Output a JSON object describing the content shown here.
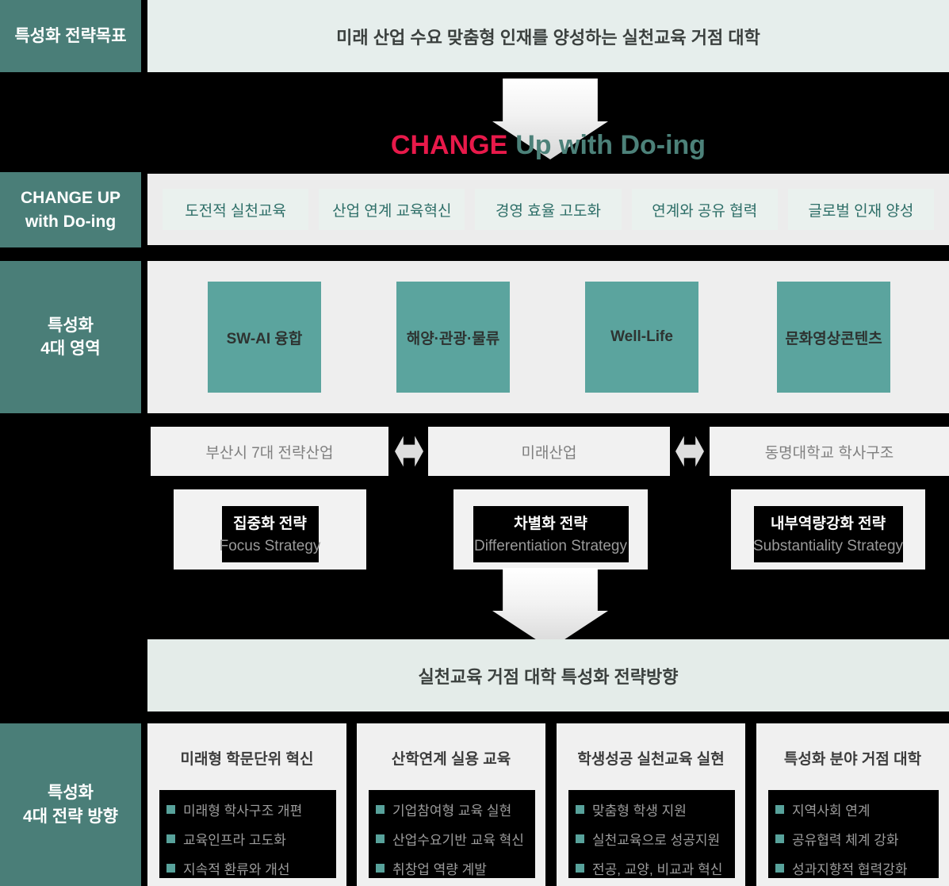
{
  "colors": {
    "sidebar_teal": "#4a7e78",
    "area_teal": "#5ba49e",
    "mint_light": "#e6eeec",
    "gray_area": "#ececec",
    "accent_red": "#e8194a",
    "slogan_teal": "#4c8179",
    "bullet_square": "#58a29b"
  },
  "sidebar": {
    "goal": "특성화 전략목표",
    "changeup_line1": "CHANGE UP",
    "changeup_line2": "with Do-ing",
    "areas_line1": "특성화",
    "areas_line2": "4대 영역",
    "directions_line1": "특성화",
    "directions_line2": "4대 전략 방향"
  },
  "goal_statement": "미래 산업 수요 맞춤형 인재를 양성하는 실천교육 거점 대학",
  "slogan": {
    "highlight": "CHANGE",
    "rest": "Up with Do-ing"
  },
  "changeup_items": [
    "도전적 실천교육",
    "산업 연계 교육혁신",
    "경영 효율 고도화",
    "연계와 공유 협력",
    "글로벌 인재 양성"
  ],
  "area_items": [
    "SW-AI 융합",
    "해양·관광·물류",
    "Well-Life",
    "문화영상콘텐츠"
  ],
  "mapping_boxes": [
    "부산시 7대 전략산업",
    "미래산업",
    "동명대학교 학사구조"
  ],
  "strategies": [
    {
      "kr": "집중화 전략",
      "en": "Focus Strategy"
    },
    {
      "kr": "차별화 전략",
      "en": "Differentiation Strategy"
    },
    {
      "kr": "내부역량강화 전략",
      "en": "Substantiality Strategy"
    }
  ],
  "direction_title": "실천교육 거점 대학 특성화 전략방향",
  "direction_columns": [
    {
      "title": "미래형 학문단위 혁신",
      "bullets": [
        "미래형 학사구조 개편",
        "교육인프라 고도화",
        "지속적 환류와 개선"
      ]
    },
    {
      "title": "산학연계 실용 교육",
      "bullets": [
        "기업참여형 교육 실현",
        "산업수요기반 교육 혁신",
        "취창업 역량 계발"
      ]
    },
    {
      "title": "학생성공 실천교육 실현",
      "bullets": [
        "맞춤형 학생 지원",
        "실천교육으로 성공지원",
        "전공, 교양, 비교과 혁신"
      ]
    },
    {
      "title": "특성화 분야 거점 대학",
      "bullets": [
        "지역사회 연계",
        "공유협력 체계 강화",
        "성과지향적 협력강화"
      ]
    }
  ]
}
